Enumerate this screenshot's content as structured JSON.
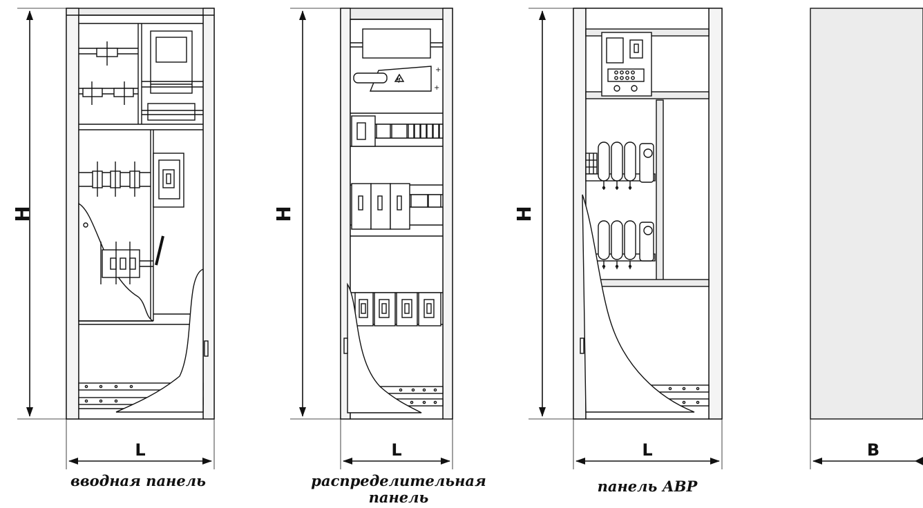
{
  "dimensions": {
    "height_letter": "H",
    "length_letter": "L",
    "depth_letter": "B"
  },
  "panels": [
    {
      "caption": "вводная панель"
    },
    {
      "caption_line1": "распределительная",
      "caption_line2": "панель"
    },
    {
      "caption": "панель АВР"
    },
    {
      "caption": ""
    }
  ],
  "colors": {
    "cabinet_fill": "#ececec",
    "line": "#111111"
  }
}
